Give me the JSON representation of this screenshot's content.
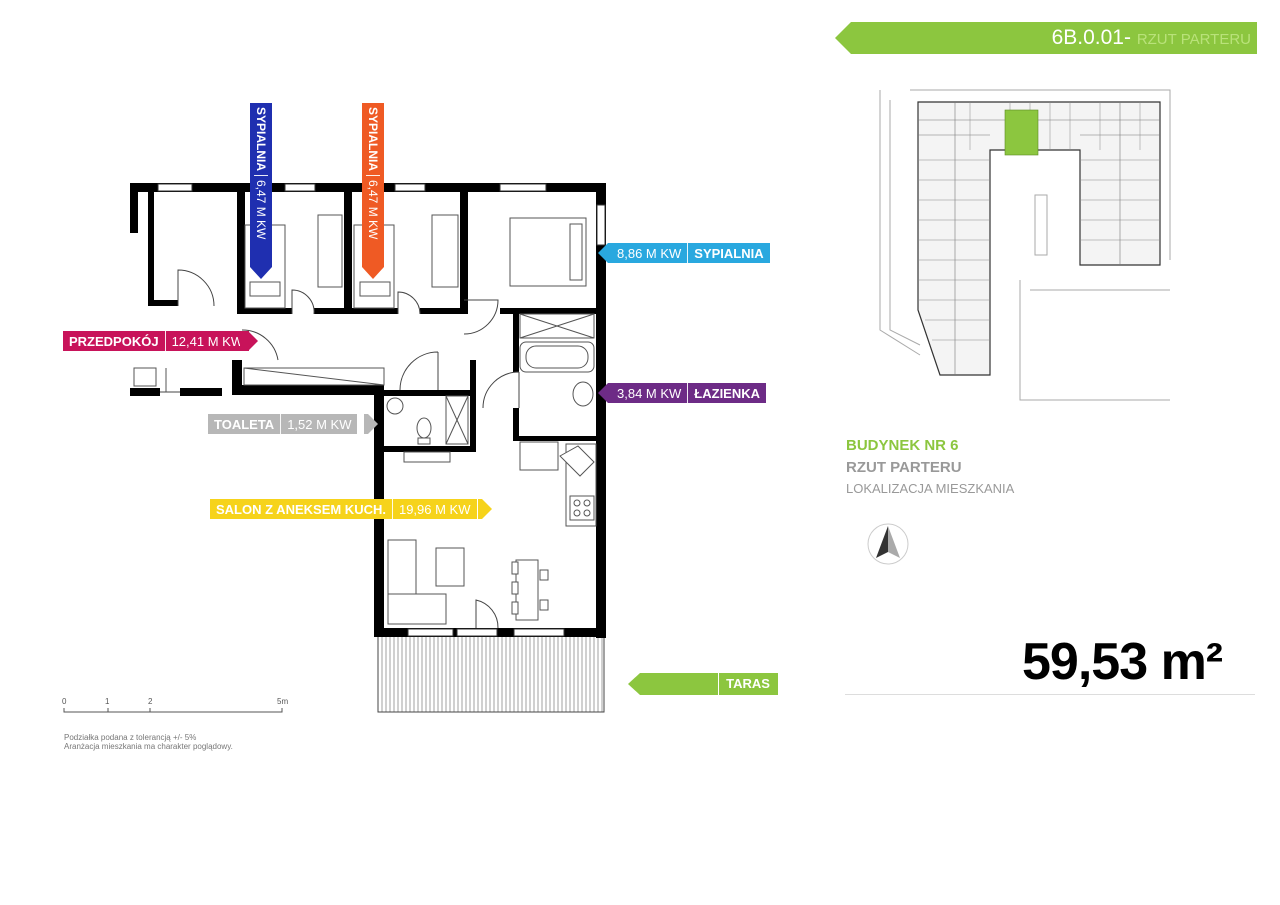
{
  "header": {
    "code": "6B.0.01-",
    "floor": "RZUT PARTERU",
    "accent": "#8cc63f"
  },
  "building": {
    "name": "BUDYNEK NR 6",
    "floor": "RZUT PARTERU",
    "location": "LOKALIZACJA MIESZKANIA"
  },
  "area_total": "59,53 m²",
  "rooms": {
    "przedpokoj": {
      "name": "PRZEDPOKÓJ",
      "area": "12,41 M KW",
      "color": "#c8135a"
    },
    "toaleta": {
      "name": "TOALETA",
      "area": "1,52 M KW",
      "color": "#b7b7b7"
    },
    "salon": {
      "name": "SALON Z ANEKSEM KUCH.",
      "area": "19,96 M KW",
      "color": "#f6d31b"
    },
    "sypialnia1": {
      "name": "SYPIALNIA",
      "area": "6,47 M KW",
      "color": "#1f2fb0"
    },
    "sypialnia2": {
      "name": "SYPIALNIA",
      "area": "6,47 M KW",
      "color": "#ef5a24"
    },
    "sypialnia3": {
      "name": "SYPIALNIA",
      "area": "8,86 M KW",
      "color": "#29a8df"
    },
    "lazienka": {
      "name": "ŁAZIENKA",
      "area": "3,84 M KW",
      "color": "#6d2b86"
    },
    "taras": {
      "name": "TARAS",
      "color": "#8cc63f"
    }
  },
  "scale": {
    "ticks": [
      "0",
      "1",
      "2",
      "5m"
    ],
    "note1": "Podziałka podana z tolerancją +/- 5%",
    "note2": "Aranżacja mieszkania ma charakter poglądowy."
  }
}
